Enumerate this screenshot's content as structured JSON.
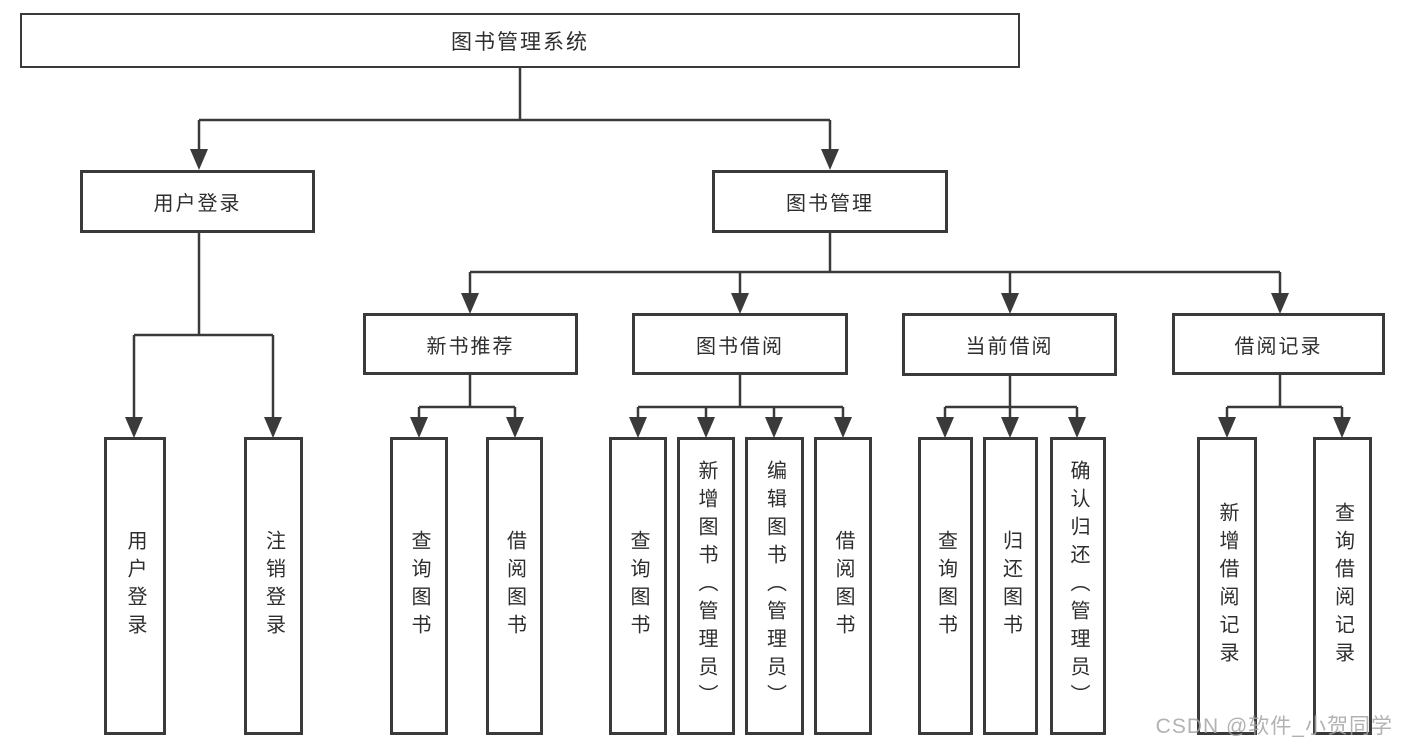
{
  "diagram": {
    "root": "图书管理系统",
    "branches": [
      {
        "label": "用户登录",
        "leaves": [
          "用户登录",
          "注销登录"
        ]
      },
      {
        "label": "图书管理",
        "groups": [
          {
            "label": "新书推荐",
            "leaves": [
              "查询图书",
              "借阅图书"
            ]
          },
          {
            "label": "图书借阅",
            "leaves": [
              "查询图书",
              "新增图书（管理员）",
              "编辑图书（管理员）",
              "借阅图书"
            ]
          },
          {
            "label": "当前借阅",
            "leaves": [
              "查询图书",
              "归还图书",
              "确认归还（管理员）"
            ]
          },
          {
            "label": "借阅记录",
            "leaves": [
              "新增借阅记录",
              "查询借阅记录"
            ]
          }
        ]
      }
    ]
  },
  "watermark": "CSDN @软件_小贺同学",
  "colors": {
    "line": "#3a3a3a",
    "text": "#2e2e2e",
    "background": "#ffffff",
    "watermark": "#a5a5a5"
  }
}
